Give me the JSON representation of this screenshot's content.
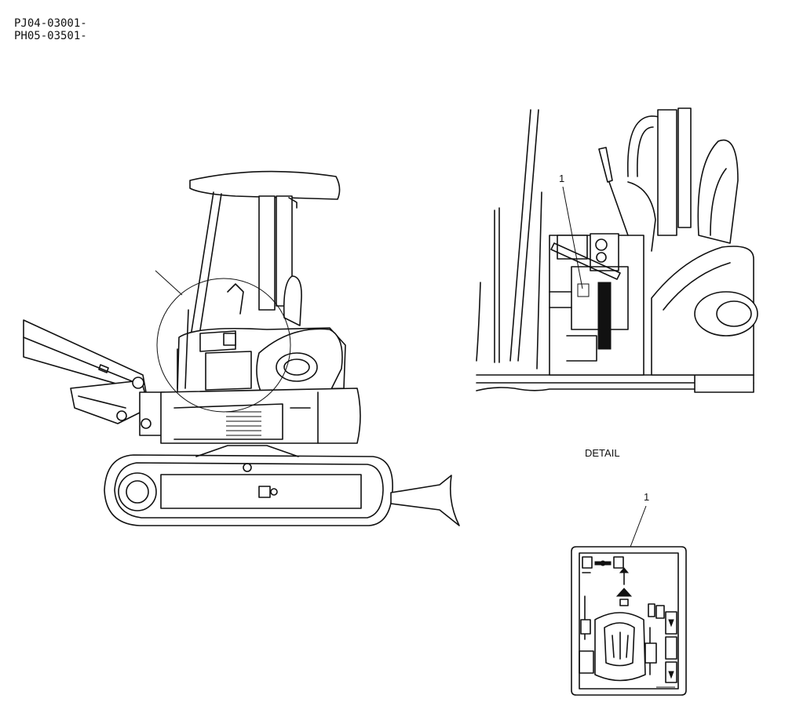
{
  "serial_numbers": [
    "PJ04-03001-",
    "PH05-03501-"
  ],
  "detail_label": "DETAIL",
  "callouts": {
    "detail_part": "1",
    "decal_part": "1"
  }
}
